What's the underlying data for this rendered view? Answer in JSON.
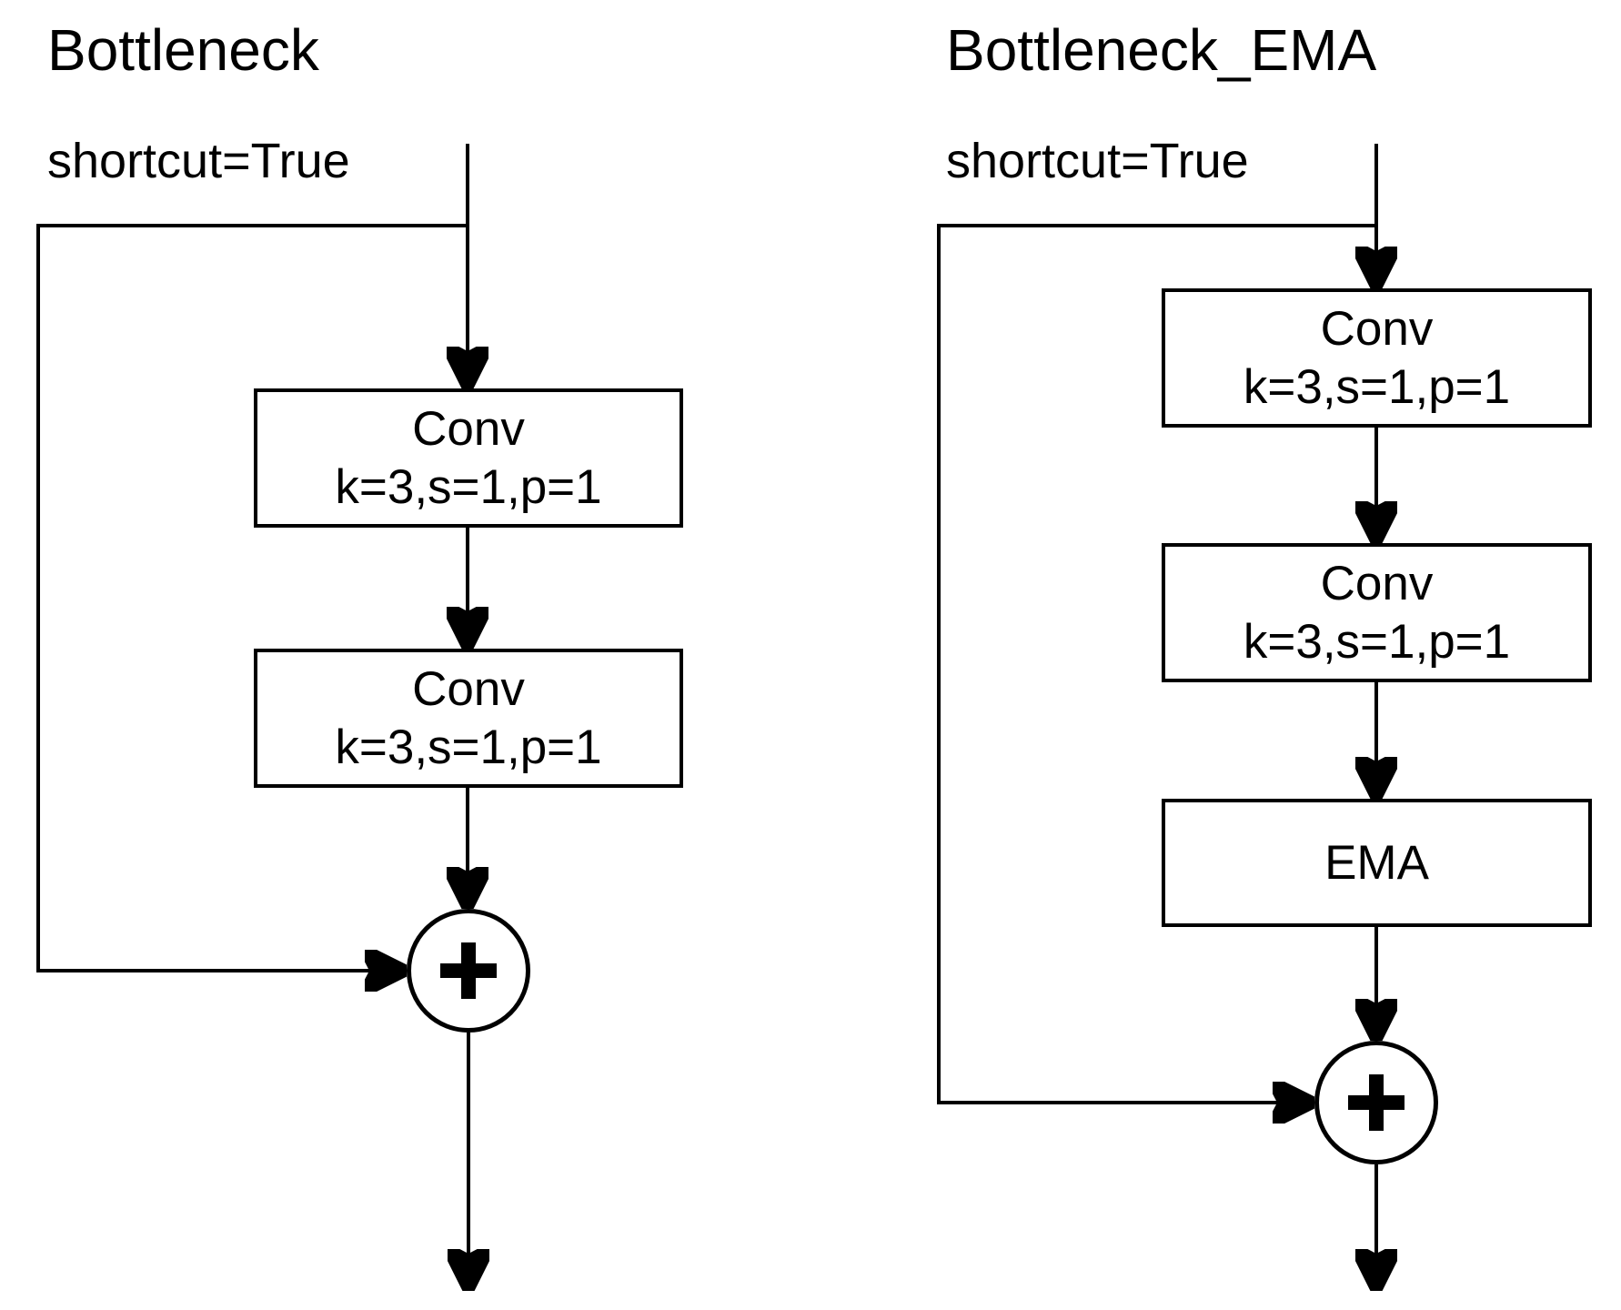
{
  "background_color": "#ffffff",
  "line_color": "#000000",
  "text_color": "#000000",
  "diagrams": [
    {
      "title": "Bottleneck",
      "shortcut_label": "shortcut=True",
      "nodes": [
        {
          "type": "conv",
          "lines": [
            "Conv",
            "k=3,s=1,p=1"
          ]
        },
        {
          "type": "conv",
          "lines": [
            "Conv",
            "k=3,s=1,p=1"
          ]
        },
        {
          "type": "add",
          "icon": "plus-icon"
        }
      ]
    },
    {
      "title": "Bottleneck_EMA",
      "shortcut_label": "shortcut=True",
      "nodes": [
        {
          "type": "conv",
          "lines": [
            "Conv",
            "k=3,s=1,p=1"
          ]
        },
        {
          "type": "conv",
          "lines": [
            "Conv",
            "k=3,s=1,p=1"
          ]
        },
        {
          "type": "ema",
          "lines": [
            "EMA"
          ]
        },
        {
          "type": "add",
          "icon": "plus-icon"
        }
      ]
    }
  ]
}
